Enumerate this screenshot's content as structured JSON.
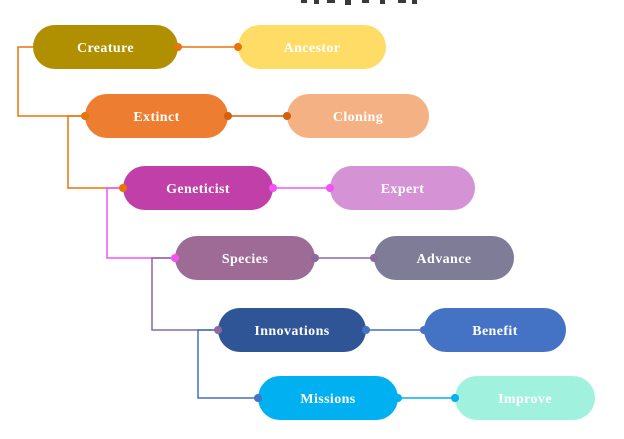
{
  "diagram": {
    "background": "#FFFFFF",
    "label_text_color": "#FFFFFF",
    "rows": [
      {
        "left_label": "Creature",
        "left_color": "#B08F00",
        "right_label": "Ancestor",
        "right_color": "#FFDC66",
        "line_color": "#E8740E"
      },
      {
        "left_label": "Extinct",
        "left_color": "#ED7D31",
        "right_label": "Cloning",
        "right_color": "#F4B183",
        "line_color": "#D2600F"
      },
      {
        "left_label": "Geneticist",
        "left_color": "#C03FA8",
        "right_label": "Expert",
        "right_color": "#D592D5",
        "line_color": "#F353F3"
      },
      {
        "left_label": "Species",
        "left_color": "#9D6B96",
        "right_label": "Advance",
        "right_color": "#7E7C97",
        "line_color": "#8C6A9F"
      },
      {
        "left_label": "Innovations",
        "left_color": "#2F5597",
        "right_label": "Benefit",
        "right_color": "#4472C4",
        "line_color": "#4472C4"
      },
      {
        "left_label": "Missions",
        "left_color": "#00B0F0",
        "right_label": "Improve",
        "right_color": "#A0F2DF",
        "line_color": "#00B0F0"
      }
    ],
    "connectors": [
      {
        "from": "Creature",
        "to": "Extinct",
        "color": "#E8740E"
      },
      {
        "from": "Extinct",
        "to": "Geneticist",
        "color": "#E8740E"
      },
      {
        "from": "Geneticist",
        "to": "Species",
        "color": "#F353F3"
      },
      {
        "from": "Species",
        "to": "Innovations",
        "color": "#8C6A9F"
      },
      {
        "from": "Innovations",
        "to": "Missions",
        "color": "#4472C4"
      }
    ]
  }
}
